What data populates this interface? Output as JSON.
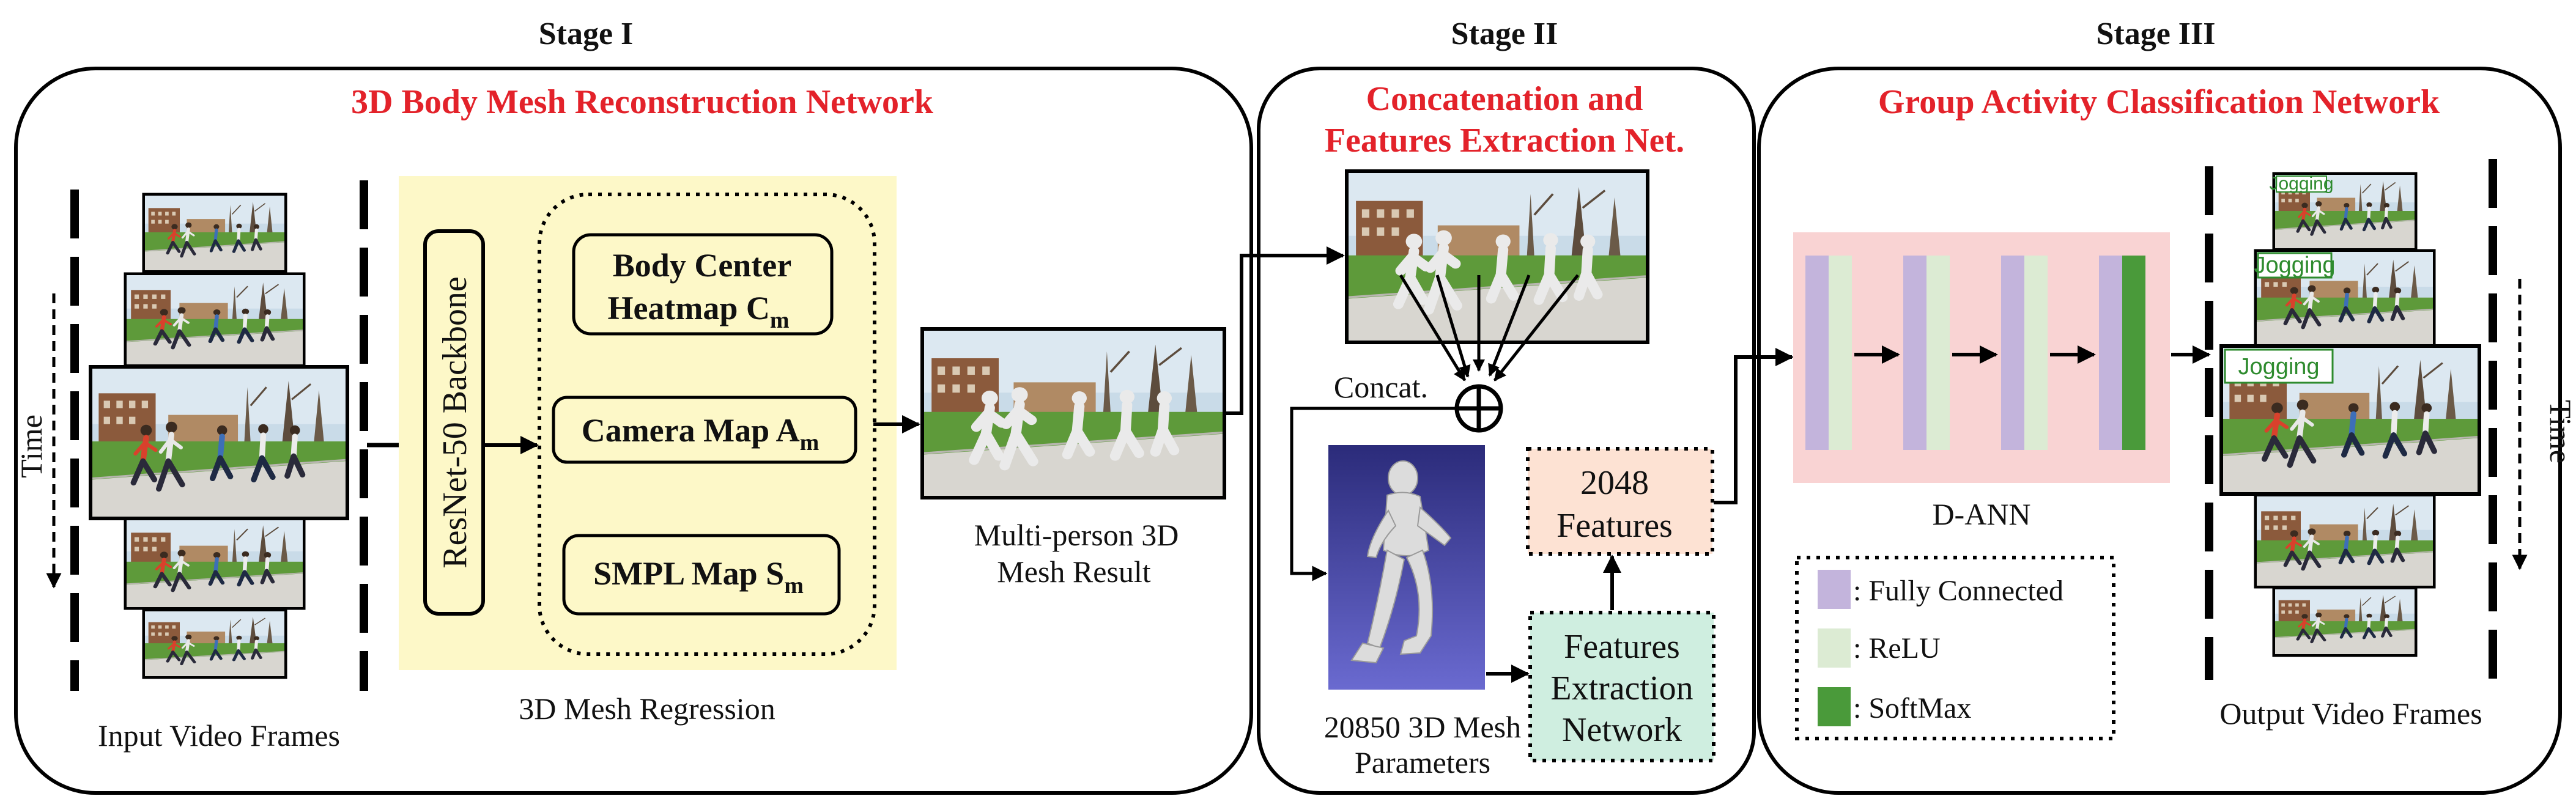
{
  "stages": {
    "stage1": {
      "title": "Stage I",
      "subtitle": "3D Body Mesh Reconstruction Network",
      "input_label": "Input Video Frames",
      "time_label": "Time",
      "backbone_label": "ResNet-50 Backbone",
      "heatmap_line1": "Body Center",
      "heatmap_line2": "Heatmap C",
      "heatmap_sub": "m",
      "camera_label": "Camera Map A",
      "camera_sub": "m",
      "smpl_label": "SMPL Map S",
      "smpl_sub": "m",
      "regression_label": "3D Mesh Regression",
      "result_line1": "Multi-person 3D",
      "result_line2": "Mesh Result"
    },
    "stage2": {
      "title": "Stage II",
      "subtitle_line1": "Concatenation and",
      "subtitle_line2": "Features Extraction Net.",
      "concat_label": "Concat.",
      "mesh_params_line1": "20850 3D Mesh",
      "mesh_params_line2": "Parameters",
      "features_line1": "2048",
      "features_line2": "Features",
      "fen_line1": "Features",
      "fen_line2": "Extraction",
      "fen_line3": "Network"
    },
    "stage3": {
      "title": "Stage III",
      "subtitle": "Group Activity Classification Network",
      "dann_label": "D-ANN",
      "output_label": "Output Video Frames",
      "time_label": "Time",
      "activity_tag": "Jogging",
      "legend": [
        {
          "label": ": Fully Connected",
          "color": "#c3b4dc"
        },
        {
          "label": ": ReLU",
          "color": "#dcebd3"
        },
        {
          "label": ": SoftMax",
          "color": "#4a9a3a"
        }
      ]
    }
  },
  "colors": {
    "title_red": "#e3222a",
    "regression_bg": "#fdf8c8",
    "dann_bg": "#f9d3d3",
    "features_bg": "#fde2d3",
    "fen_bg": "#cfeee0",
    "mesh_bg": "#5252b0",
    "fully_connected": "#c3b4dc",
    "relu": "#dcebd3",
    "softmax": "#4a9a3a"
  }
}
